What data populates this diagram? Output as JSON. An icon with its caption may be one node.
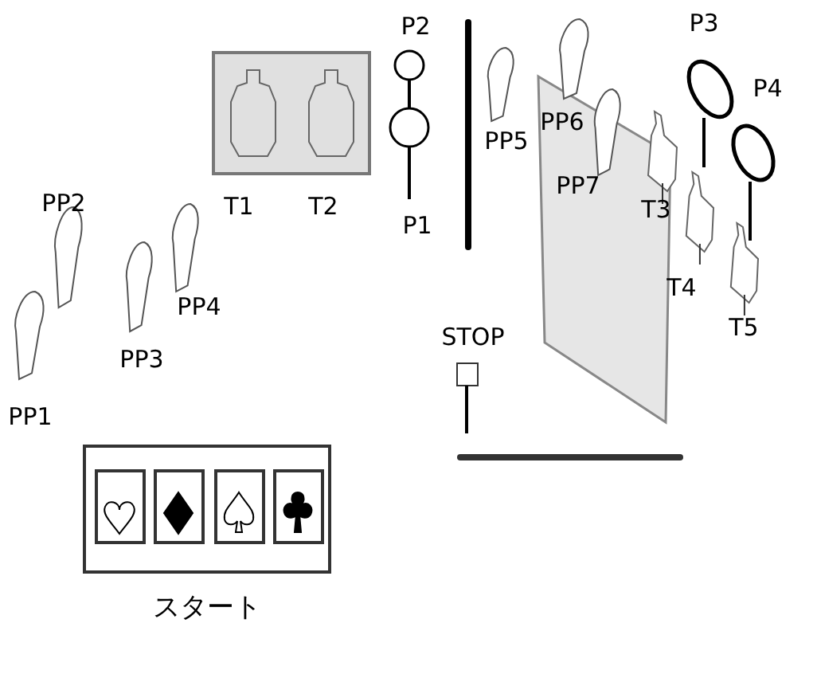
{
  "diagram": {
    "nodes": [
      {
        "text": [
          "T1",
          "T2"
        ]
      },
      {
        "text": [
          "スタート"
        ]
      }
    ],
    "labels": [
      "P2",
      "P3",
      "P4",
      "PP5",
      "PP6",
      "PP2",
      "PP7",
      "T3",
      "P1",
      "PP4",
      "T4",
      "PP3",
      "T5",
      "STOP",
      "PP1"
    ]
  }
}
